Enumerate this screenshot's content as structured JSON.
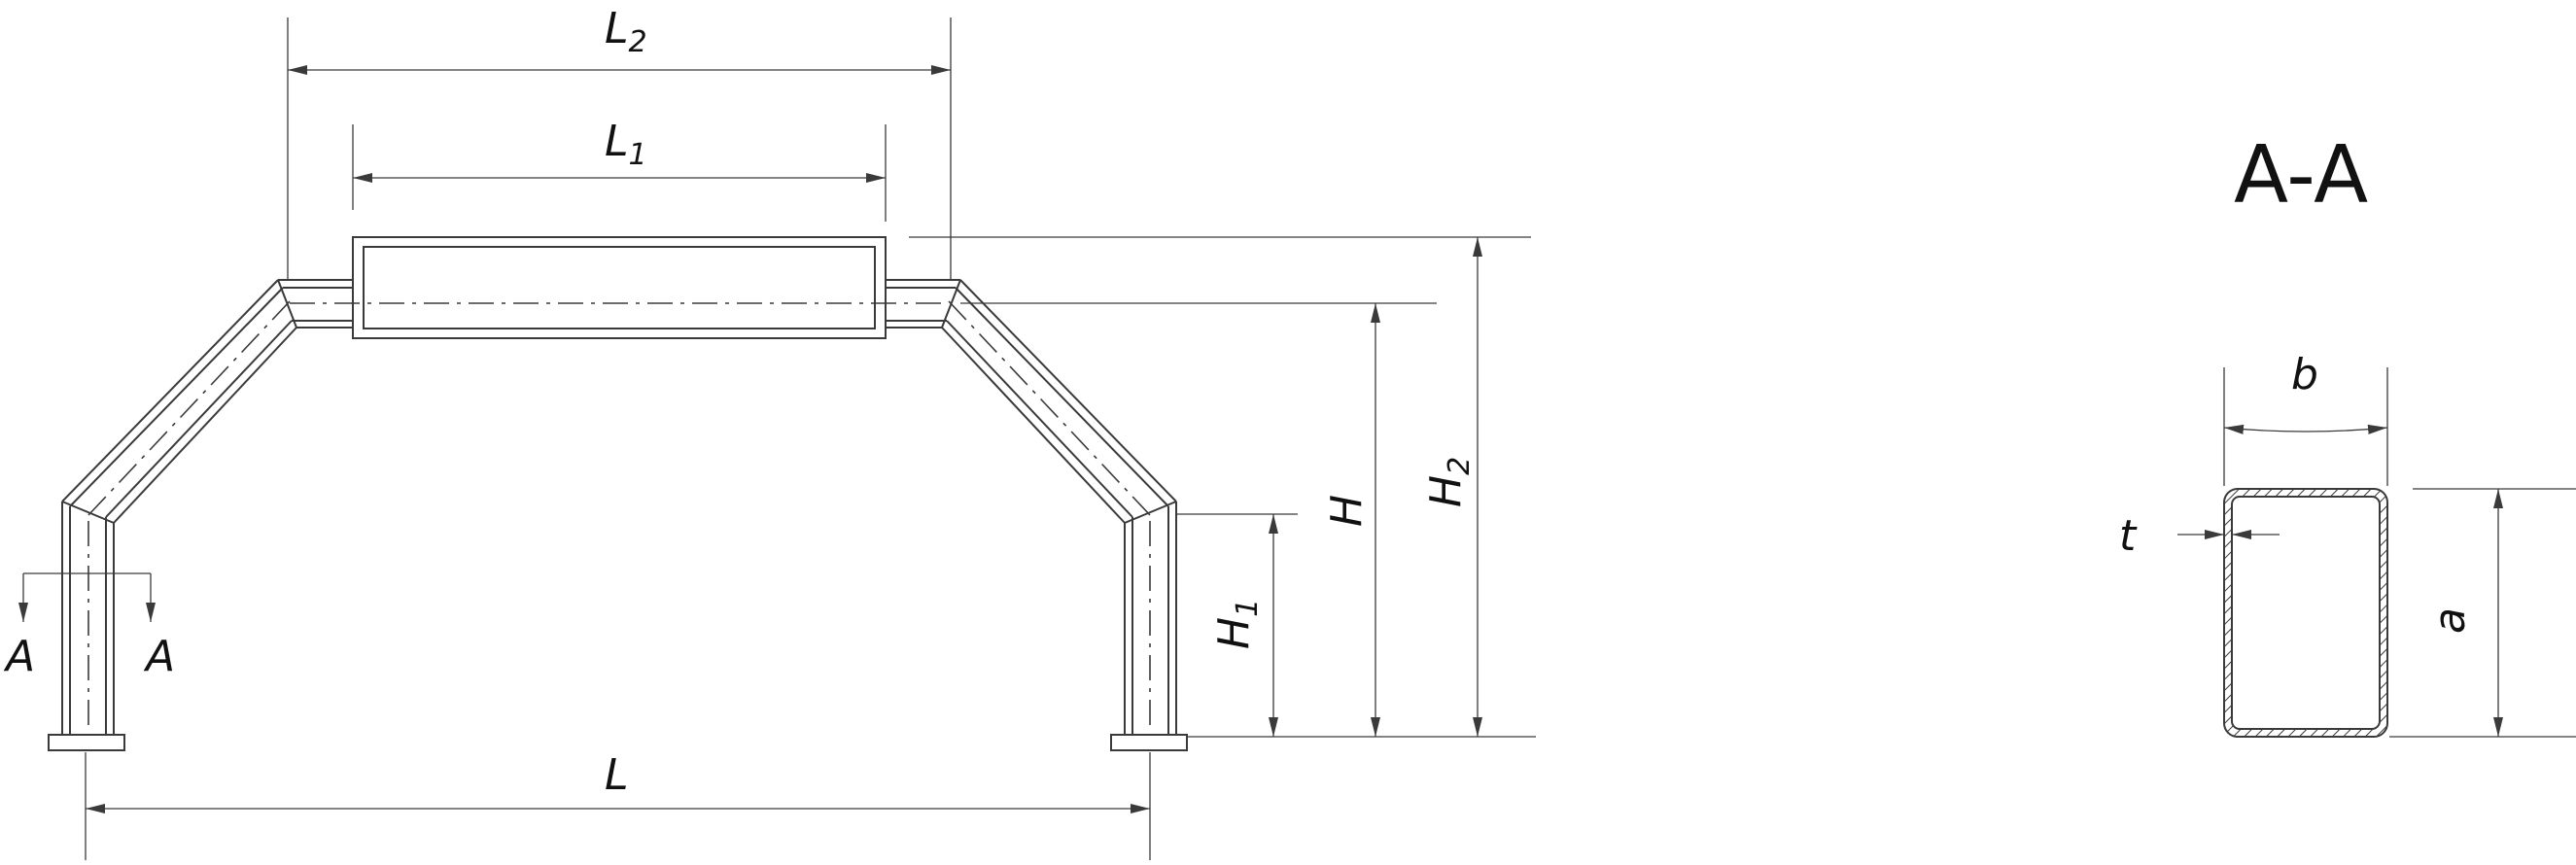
{
  "frame_drawing": {
    "dimensions": {
      "L2": {
        "main": "L",
        "sub": "2"
      },
      "L1": {
        "main": "L",
        "sub": "1"
      },
      "L": {
        "main": "L"
      },
      "H": {
        "main": "H"
      },
      "H2": {
        "main": "H",
        "sub": "2"
      },
      "H1": {
        "main": "H",
        "sub": "1"
      }
    },
    "section_marks": {
      "left": "A",
      "right": "A"
    }
  },
  "section_view": {
    "title": "A-A",
    "dimensions": {
      "b": "b",
      "a": "a",
      "t": "t"
    }
  },
  "colors": {
    "line": "#3a3a3a",
    "text": "#111111",
    "background": "#ffffff"
  }
}
